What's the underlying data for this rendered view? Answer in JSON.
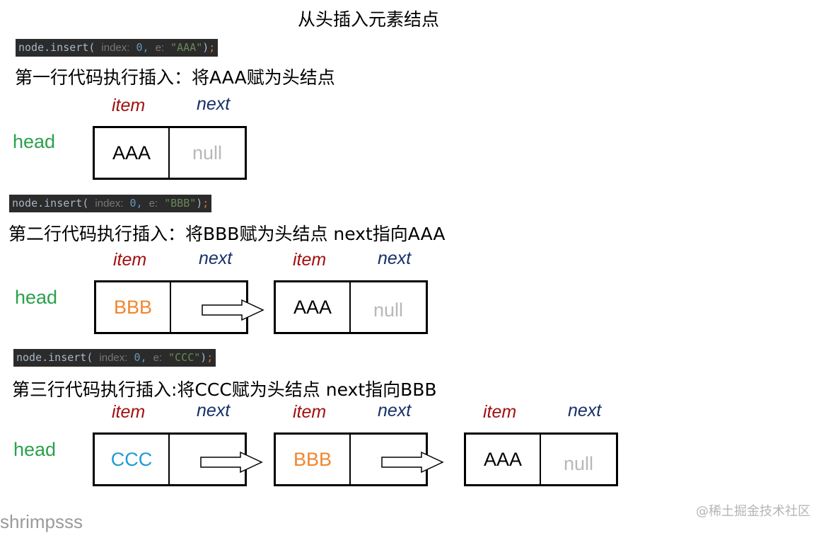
{
  "title": "从头插入元素结点",
  "colors": {
    "item_label": "#a30f0f",
    "next_label": "#17306b",
    "head_label": "#2aa14c",
    "bbb_value": "#f0862e",
    "ccc_value": "#1e9bd7",
    "null_value": "#b8b8b8"
  },
  "steps": [
    {
      "code": {
        "prefix": "node.insert(",
        "index_hint": "index:",
        "index_val": "0,",
        "e_hint": "e:",
        "e_val": "\"AAA\"",
        "suffix": ")",
        "semi": ";"
      },
      "description": "第一行代码执行插入：将AAA赋为头结点",
      "head": "head",
      "nodes": [
        {
          "item_label": "item",
          "next_label": "next",
          "value": "AAA",
          "next": "null"
        }
      ]
    },
    {
      "code": {
        "prefix": "node.insert(",
        "index_hint": "index:",
        "index_val": "0,",
        "e_hint": "e:",
        "e_val": "\"BBB\"",
        "suffix": ")",
        "semi": ";"
      },
      "description": "第二行代码执行插入：将BBB赋为头结点 next指向AAA",
      "head": "head",
      "nodes": [
        {
          "item_label": "item",
          "next_label": "next",
          "value": "BBB",
          "next": ""
        },
        {
          "item_label": "item",
          "next_label": "next",
          "value": "AAA",
          "next": "null"
        }
      ]
    },
    {
      "code": {
        "prefix": "node.insert(",
        "index_hint": "index:",
        "index_val": "0,",
        "e_hint": "e:",
        "e_val": "\"CCC\"",
        "suffix": ")",
        "semi": ";"
      },
      "description": "第三行代码执行插入:将CCC赋为头结点 next指向BBB",
      "head": "head",
      "nodes": [
        {
          "item_label": "item",
          "next_label": "next",
          "value": "CCC",
          "next": ""
        },
        {
          "item_label": "item",
          "next_label": "next",
          "value": "BBB",
          "next": ""
        },
        {
          "item_label": "item",
          "next_label": "next",
          "value": "AAA",
          "next": "null"
        }
      ]
    }
  ],
  "footer_user": "shrimpsss",
  "watermark": "@稀土掘金技术社区"
}
